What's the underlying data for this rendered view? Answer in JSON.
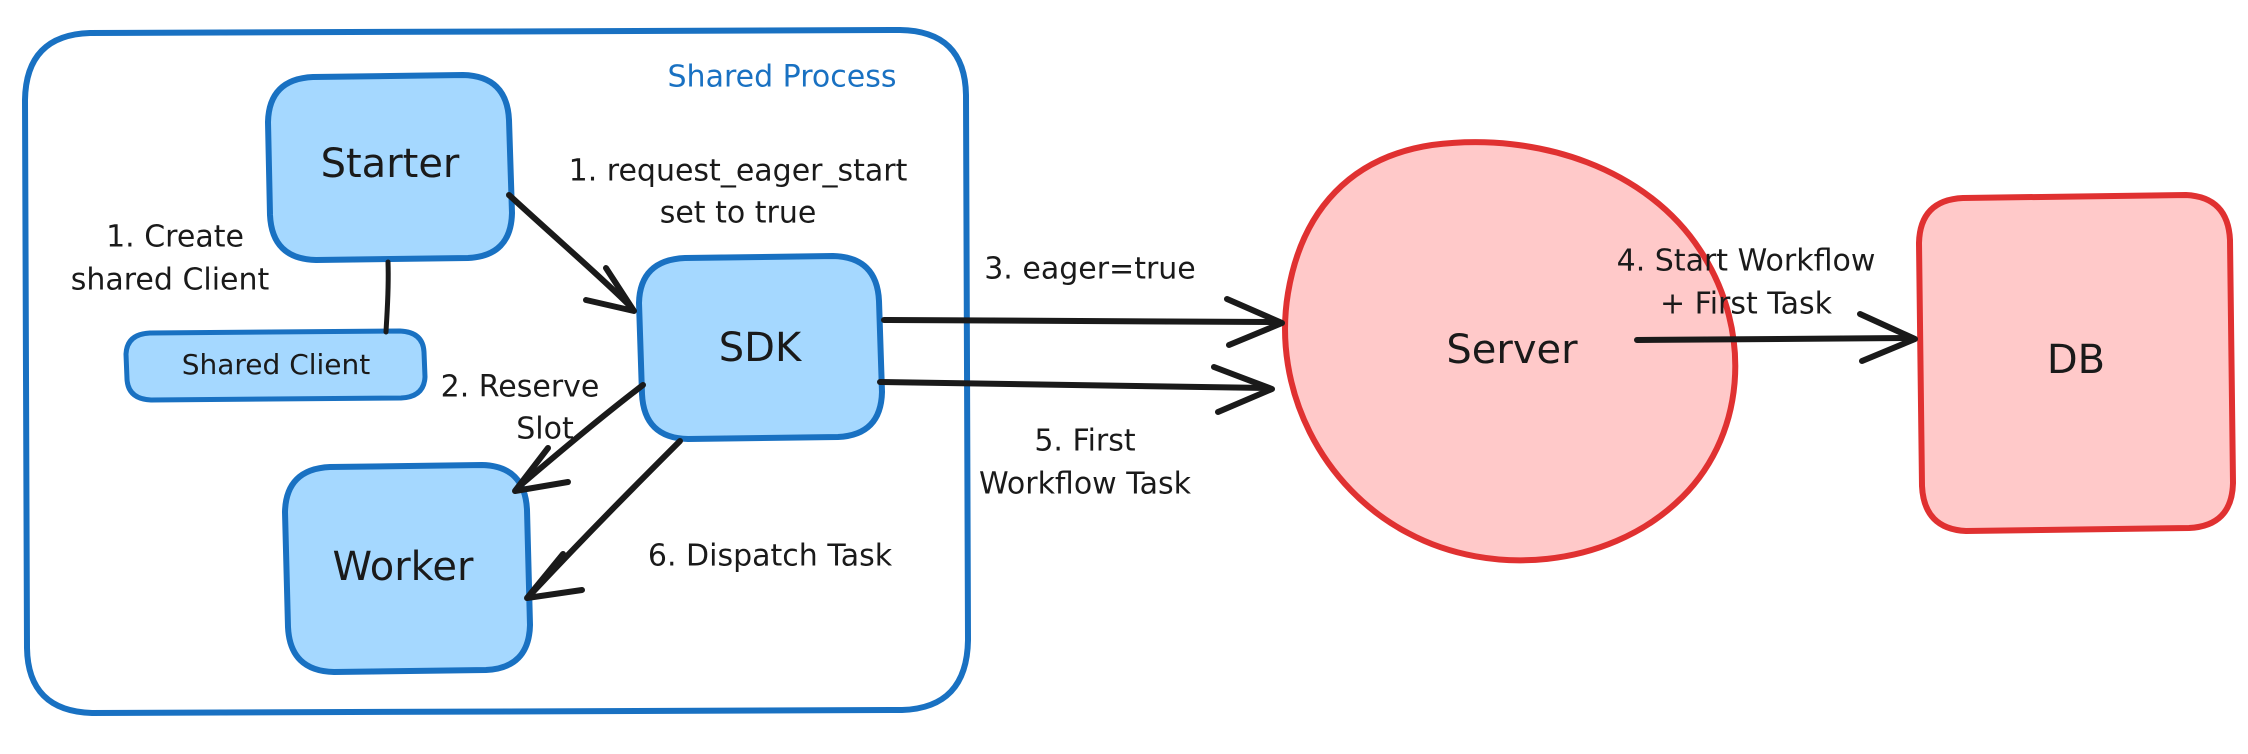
{
  "diagram": {
    "title": "Eager Workflow Start sequence",
    "colors": {
      "blue_fill": "#a5d8ff",
      "blue_stroke": "#1971c2",
      "red_fill": "#ffc9c9",
      "red_stroke": "#e03131",
      "ink": "#1a1a1a",
      "background": "#ffffff"
    },
    "group": {
      "label": "Shared Process"
    },
    "nodes": [
      {
        "id": "starter",
        "label": "Starter",
        "shape": "rounded-rect",
        "color": "blue"
      },
      {
        "id": "shared_client",
        "label": "Shared Client",
        "shape": "rounded-rect",
        "color": "blue"
      },
      {
        "id": "worker",
        "label": "Worker",
        "shape": "rounded-rect",
        "color": "blue"
      },
      {
        "id": "sdk",
        "label": "SDK",
        "shape": "rounded-rect",
        "color": "blue"
      },
      {
        "id": "server",
        "label": "Server",
        "shape": "ellipse",
        "color": "red"
      },
      {
        "id": "db",
        "label": "DB",
        "shape": "rounded-rect",
        "color": "red"
      }
    ],
    "edges": [
      {
        "id": "e1",
        "label_line1": "1. Create",
        "label_line2": "shared Client",
        "from": "starter",
        "to": "shared_client"
      },
      {
        "id": "e2",
        "label_line1": "1. request_eager_start",
        "label_line2": "set to true",
        "from": "starter",
        "to": "sdk"
      },
      {
        "id": "e3",
        "label_line1": "2. Reserve",
        "label_line2": "Slot",
        "from": "sdk",
        "to": "worker"
      },
      {
        "id": "e4",
        "label_line1": "3. eager=true",
        "label_line2": "",
        "from": "sdk",
        "to": "server"
      },
      {
        "id": "e5",
        "label_line1": "4. Start Workflow",
        "label_line2": "+ First Task",
        "from": "server",
        "to": "db"
      },
      {
        "id": "e6",
        "label_line1": "5. First",
        "label_line2": "Workflow Task",
        "from": "server",
        "to": "sdk"
      },
      {
        "id": "e7",
        "label_line1": "6. Dispatch Task",
        "label_line2": "",
        "from": "sdk",
        "to": "worker"
      }
    ]
  }
}
